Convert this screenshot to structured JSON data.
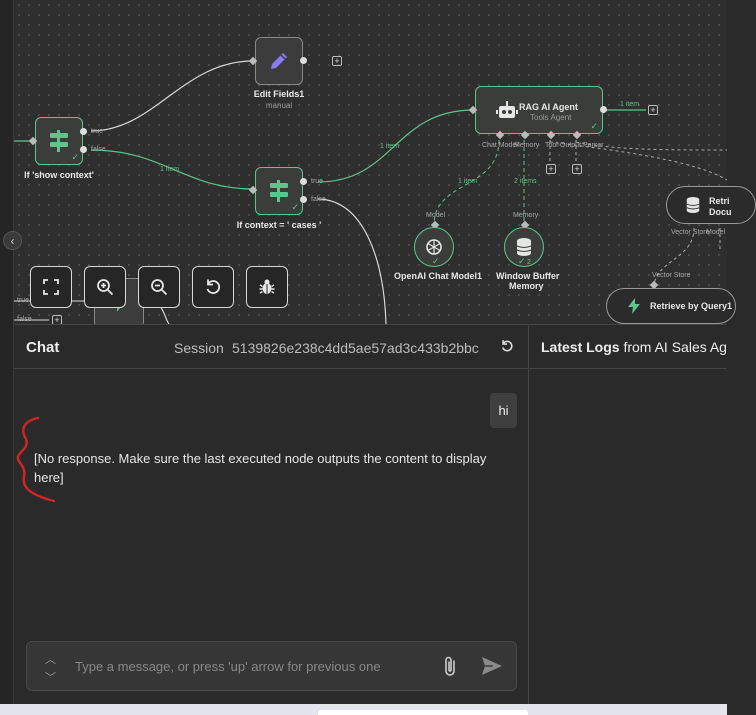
{
  "canvas": {
    "nodes": {
      "edit_fields": {
        "title": "Edit Fields1",
        "subtitle": "manual"
      },
      "if_show_context": {
        "title": "If 'show context'",
        "true_label": "true",
        "false_label": "false"
      },
      "if_context_cases": {
        "title": "If context = ' cases '",
        "true_label": "true",
        "false_label": "false"
      },
      "rag_agent": {
        "title": "RAG AI Agent",
        "subtitle": "Tools Agent",
        "ports": [
          "Chat Model",
          "Memory",
          "Tool",
          "Output Parser"
        ]
      },
      "openai_model": {
        "title": "OpenAI Chat Model1",
        "port_label": "Model"
      },
      "window_memory": {
        "title_line1": "Window Buffer",
        "title_line2": "Memory",
        "port_label": "Memory",
        "count": "2"
      },
      "retrieve_documents": {
        "title_line1": "Retri",
        "title_line2": "Docu",
        "ports": [
          "Vector Store",
          "Model"
        ]
      },
      "retrieve_query": {
        "title": "Retrieve by Query1",
        "port_label": "Vector Store"
      },
      "partial_left": {
        "true_label": "true",
        "false_label": "false"
      }
    },
    "wire_labels": {
      "if_to_if": "1 item",
      "if_to_rag": "1 item",
      "rag_out": "1 item",
      "model_to_rag": "1 item",
      "memory_to_rag": "2 items"
    }
  },
  "chat": {
    "title": "Chat",
    "session_label": "Session",
    "session_id": "5139826e238c4dd5ae57ad3c433b2bbc",
    "messages": {
      "user": "hi",
      "bot": "[No response. Make sure the last executed node outputs the content to display here]"
    },
    "input": {
      "placeholder": "Type a message, or press 'up' arrow for previous one",
      "value": ""
    }
  },
  "logs": {
    "title_prefix": "Latest Logs",
    "title_suffix": "from AI Sales Ag"
  },
  "colors": {
    "accent_green": "#5ec48b",
    "edit_purple": "#8b7cf6",
    "annotation_red": "#d42424"
  }
}
